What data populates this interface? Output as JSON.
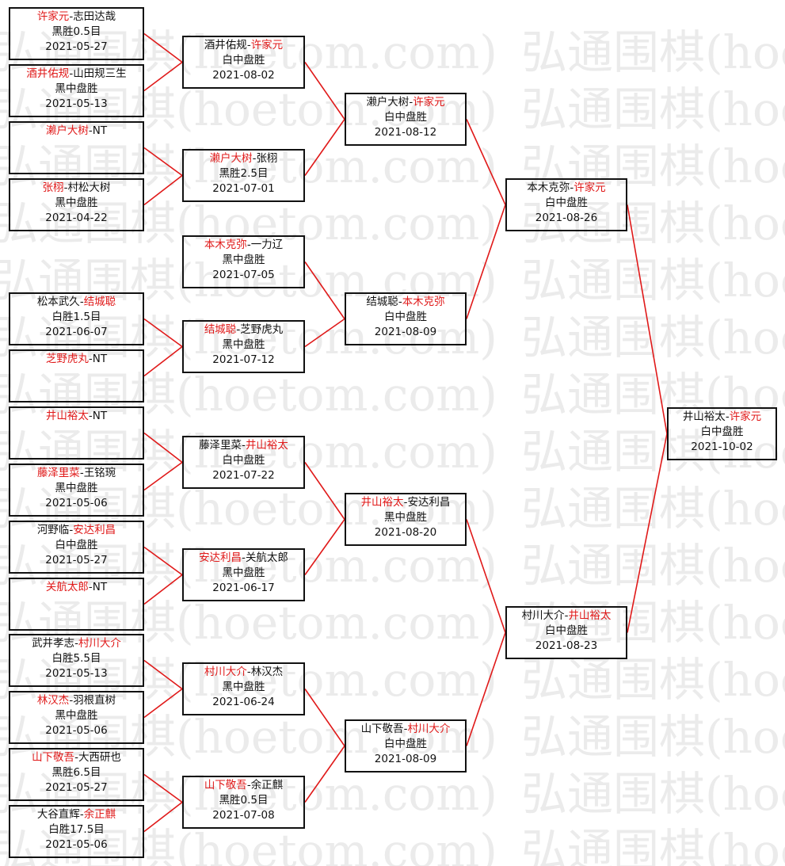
{
  "watermark": "弘通围棋(hoetom.com)",
  "colors": {
    "winner": "#e01919",
    "text": "#111111",
    "connector": "#e01919",
    "border": "#111111"
  },
  "rounds": [
    [
      {
        "p1": "许家元",
        "p2": "志田达哉",
        "winner": 1,
        "result": "黑胜0.5目",
        "date": "2021-05-27"
      },
      {
        "p1": "酒井佑规",
        "p2": "山田规三生",
        "winner": 1,
        "result": "黑中盘胜",
        "date": "2021-05-13"
      },
      {
        "p1": "濑户大树",
        "p2": "NT",
        "winner": 1,
        "result": "",
        "date": ""
      },
      {
        "p1": "张栩",
        "p2": "村松大树",
        "winner": 1,
        "result": "黑中盘胜",
        "date": "2021-04-22"
      },
      {
        "p1": "松本武久",
        "p2": "结城聪",
        "winner": 2,
        "result": "白胜1.5目",
        "date": "2021-06-07"
      },
      {
        "p1": "芝野虎丸",
        "p2": "NT",
        "winner": 1,
        "result": "",
        "date": ""
      },
      {
        "p1": "井山裕太",
        "p2": "NT",
        "winner": 1,
        "result": "",
        "date": ""
      },
      {
        "p1": "藤泽里菜",
        "p2": "王铭琬",
        "winner": 1,
        "result": "黑中盘胜",
        "date": "2021-05-06"
      },
      {
        "p1": "河野临",
        "p2": "安达利昌",
        "winner": 2,
        "result": "白中盘胜",
        "date": "2021-05-27"
      },
      {
        "p1": "关航太郎",
        "p2": "NT",
        "winner": 1,
        "result": "",
        "date": ""
      },
      {
        "p1": "武井孝志",
        "p2": "村川大介",
        "winner": 2,
        "result": "白胜5.5目",
        "date": "2021-05-13"
      },
      {
        "p1": "林汉杰",
        "p2": "羽根直树",
        "winner": 1,
        "result": "黑中盘胜",
        "date": "2021-05-06"
      },
      {
        "p1": "山下敬吾",
        "p2": "大西研也",
        "winner": 1,
        "result": "黑胜6.5目",
        "date": "2021-05-27"
      },
      {
        "p1": "大谷直辉",
        "p2": "余正麒",
        "winner": 2,
        "result": "白胜17.5目",
        "date": "2021-05-06"
      }
    ],
    [
      {
        "p1": "酒井佑规",
        "p2": "许家元",
        "winner": 2,
        "result": "白中盘胜",
        "date": "2021-08-02"
      },
      {
        "p1": "濑户大树",
        "p2": "张栩",
        "winner": 1,
        "result": "黑胜2.5目",
        "date": "2021-07-01"
      },
      {
        "p1": "本木克弥",
        "p2": "一力辽",
        "winner": 1,
        "result": "黑中盘胜",
        "date": "2021-07-05"
      },
      {
        "p1": "结城聪",
        "p2": "芝野虎丸",
        "winner": 1,
        "result": "黑中盘胜",
        "date": "2021-07-12"
      },
      {
        "p1": "藤泽里菜",
        "p2": "井山裕太",
        "winner": 2,
        "result": "白中盘胜",
        "date": "2021-07-22"
      },
      {
        "p1": "安达利昌",
        "p2": "关航太郎",
        "winner": 1,
        "result": "黑中盘胜",
        "date": "2021-06-17"
      },
      {
        "p1": "村川大介",
        "p2": "林汉杰",
        "winner": 1,
        "result": "黑中盘胜",
        "date": "2021-06-24"
      },
      {
        "p1": "山下敬吾",
        "p2": "余正麒",
        "winner": 1,
        "result": "黑胜0.5目",
        "date": "2021-07-08"
      }
    ],
    [
      {
        "p1": "濑户大树",
        "p2": "许家元",
        "winner": 2,
        "result": "白中盘胜",
        "date": "2021-08-12"
      },
      {
        "p1": "结城聪",
        "p2": "本木克弥",
        "winner": 2,
        "result": "白中盘胜",
        "date": "2021-08-09"
      },
      {
        "p1": "井山裕太",
        "p2": "安达利昌",
        "winner": 1,
        "result": "黑中盘胜",
        "date": "2021-08-20"
      },
      {
        "p1": "山下敬吾",
        "p2": "村川大介",
        "winner": 2,
        "result": "白中盘胜",
        "date": "2021-08-09"
      }
    ],
    [
      {
        "p1": "本木克弥",
        "p2": "许家元",
        "winner": 2,
        "result": "白中盘胜",
        "date": "2021-08-26"
      },
      {
        "p1": "村川大介",
        "p2": "井山裕太",
        "winner": 2,
        "result": "白中盘胜",
        "date": "2021-08-23"
      }
    ],
    [
      {
        "p1": "井山裕太",
        "p2": "许家元",
        "winner": 2,
        "result": "白中盘胜",
        "date": "2021-10-02"
      }
    ]
  ]
}
